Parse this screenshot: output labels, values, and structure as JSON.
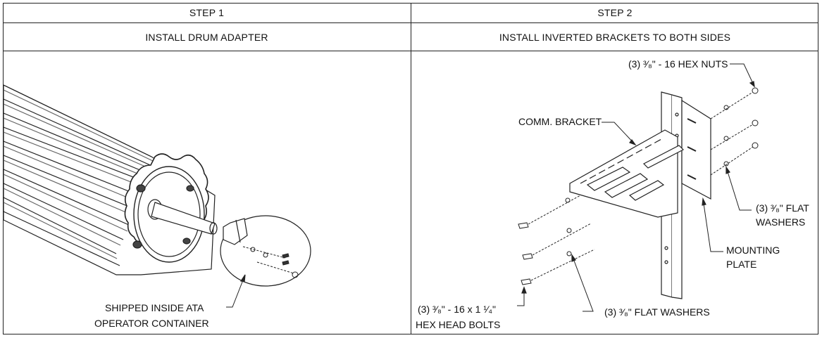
{
  "table": {
    "step1_header": "STEP 1",
    "step2_header": "STEP 2",
    "step1_title": "INSTALL DRUM ADAPTER",
    "step2_title": "INSTALL INVERTED BRACKETS TO BOTH SIDES"
  },
  "step1": {
    "callout_line1": "SHIPPED INSIDE ATA",
    "callout_line2": "OPERATOR CONTAINER"
  },
  "step2": {
    "hex_nuts": "(3) ³⁄₈\" - 16 HEX NUTS",
    "comm_bracket": "COMM. BRACKET",
    "flat_washers_right_line1": "(3) ³⁄₈\" FLAT",
    "flat_washers_right_line2": "WASHERS",
    "mounting_plate_line1": "MOUNTING",
    "mounting_plate_line2": "PLATE",
    "flat_washers_bottom": "(3) ³⁄₈\" FLAT WASHERS",
    "hex_bolts_line1": "(3) ³⁄₈\" - 16 x 1 ¹⁄₄\"",
    "hex_bolts_line2": "HEX HEAD BOLTS"
  }
}
